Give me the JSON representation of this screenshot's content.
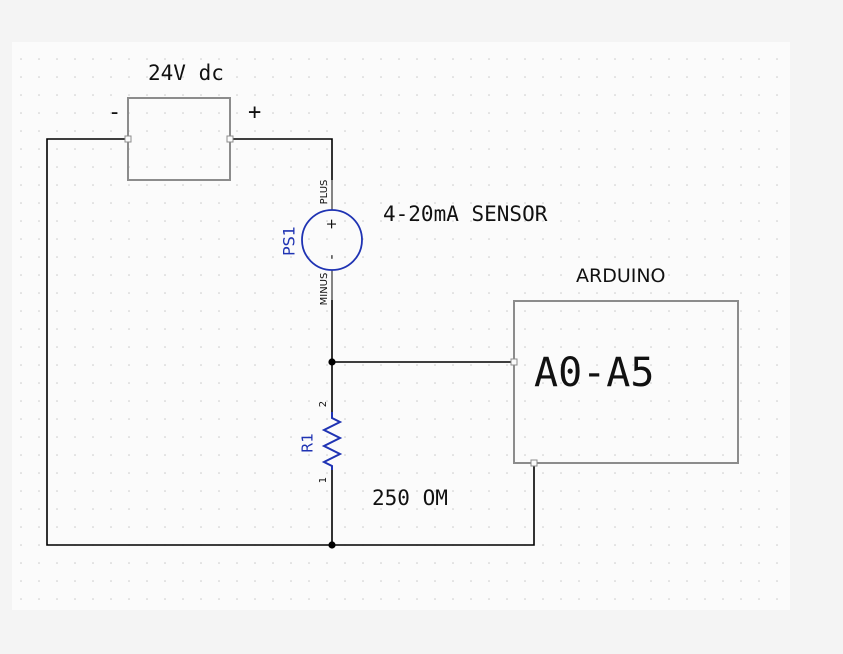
{
  "colors": {
    "background": "#f4f4f4",
    "sheet": "#fbfbfb",
    "grid_dot": "#c9c9c9",
    "wire": "#000000",
    "part_outline": "#8c8c8c",
    "component": "#1f33b3",
    "text": "#111111"
  },
  "labels": {
    "supply_voltage": "24V dc",
    "supply_minus": "-",
    "supply_plus": "+",
    "sensor_title": "4-20mA SENSOR",
    "sensor_refdes": "PS1",
    "sensor_plus_sign": "+",
    "sensor_minus_sign": "-",
    "sensor_pin_plus": "PLUS",
    "sensor_pin_minus": "MINUS",
    "arduino_title": "ARDUINO",
    "arduino_pins": "A0-A5",
    "resistor_refdes": "R1",
    "resistor_pin2": "2",
    "resistor_pin1": "1",
    "resistor_value": "250 OM"
  }
}
